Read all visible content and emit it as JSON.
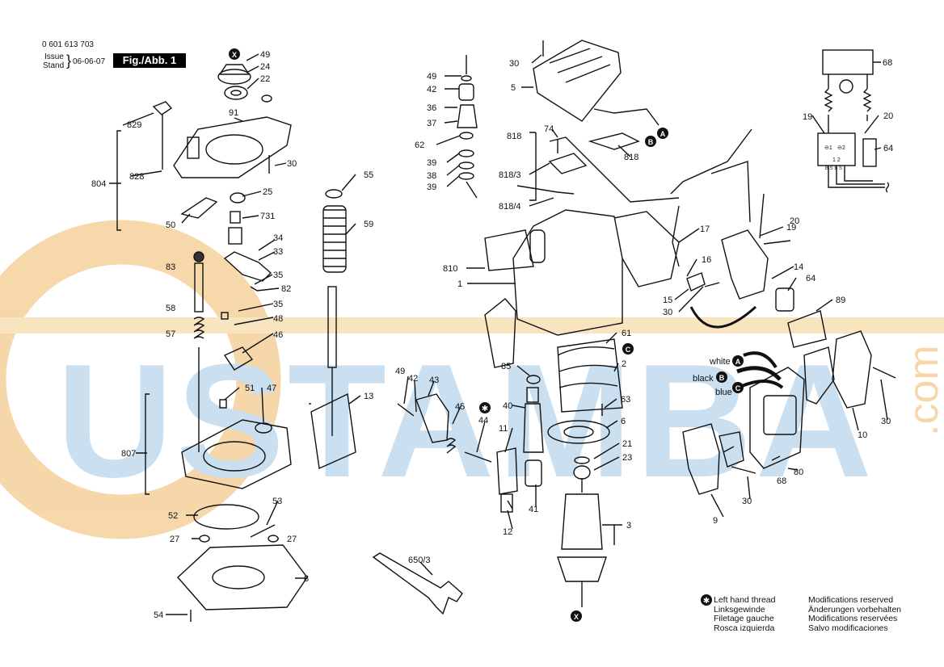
{
  "header": {
    "part_number": "0 601 613 703",
    "issue_label": "Issue",
    "stand_label": "Stand",
    "date": "06-06-07",
    "figure": "Fig./Abb. 1"
  },
  "watermark": {
    "text": "USTAMBA",
    "suffix": ".com"
  },
  "notes": {
    "left_hand_thread": [
      "Left hand thread",
      "Linksgewinde",
      "Filetage gauche",
      "Rosca izquierda"
    ],
    "modifications": [
      "Modifications reserved",
      "Änderungen vorbehalten",
      "Modifications reservées",
      "Salvo modificaciones"
    ]
  },
  "wire_colors": {
    "white": "white",
    "black": "black",
    "blue": "blue"
  },
  "markers": {
    "x": "X",
    "a": "A",
    "b": "B",
    "c": "C"
  },
  "schematic": {
    "terminal_left": "⊖1",
    "terminal_right": "⊖2",
    "bottom_left": "1  2",
    "bottom_right": "B S B S"
  },
  "colors": {
    "line": "#111111",
    "watermark_orange": "#f0b865",
    "watermark_blue": "#9fc6e4"
  },
  "labels": {
    "l49a": "49",
    "l24": "24",
    "l22": "22",
    "l91": "91",
    "l829": "829",
    "l804": "804",
    "l828": "828",
    "l30a": "30",
    "l25": "25",
    "l50": "50",
    "l731": "731",
    "l34": "34",
    "l33": "33",
    "l83": "83",
    "l35a": "35",
    "l82": "82",
    "l58": "58",
    "l35b": "35",
    "l48": "48",
    "l57": "57",
    "l46": "46",
    "l51": "51",
    "l47": "47",
    "l807": "807",
    "l13": "13",
    "l55": "55",
    "l59": "59",
    "l53": "53",
    "l52": "52",
    "l27a": "27",
    "l27b": "27",
    "l8": "8",
    "l54": "54",
    "l49b": "49",
    "l42a": "42",
    "l36": "36",
    "l37": "37",
    "l62": "62",
    "l39a": "39",
    "l38": "38",
    "l39b": "39",
    "l30b": "30",
    "l5": "5",
    "l818": "818",
    "l74": "74",
    "l818a": "818",
    "l8183": "818/3",
    "l8184": "818/4",
    "l810": "810",
    "l1": "1",
    "l17": "17",
    "l16": "16",
    "l15": "15",
    "l30c": "30",
    "l19a": "19",
    "l20a": "20",
    "l14": "14",
    "l64a": "64",
    "l89": "89",
    "l61": "61",
    "l2": "2",
    "l85": "85",
    "l63": "63",
    "l40": "40",
    "l6": "6",
    "l21": "21",
    "l23": "23",
    "l11": "11",
    "l41": "41",
    "l12": "12",
    "l3": "3",
    "l49c": "49",
    "l42b": "42",
    "l43": "43",
    "l45": "45",
    "l44": "44",
    "l6503": "650/3",
    "l9": "9",
    "l30d": "30",
    "l68a": "68",
    "l80": "80",
    "l10": "10",
    "l30e": "30",
    "l68b": "68",
    "l19b": "19",
    "l20b": "20",
    "l64b": "64"
  }
}
